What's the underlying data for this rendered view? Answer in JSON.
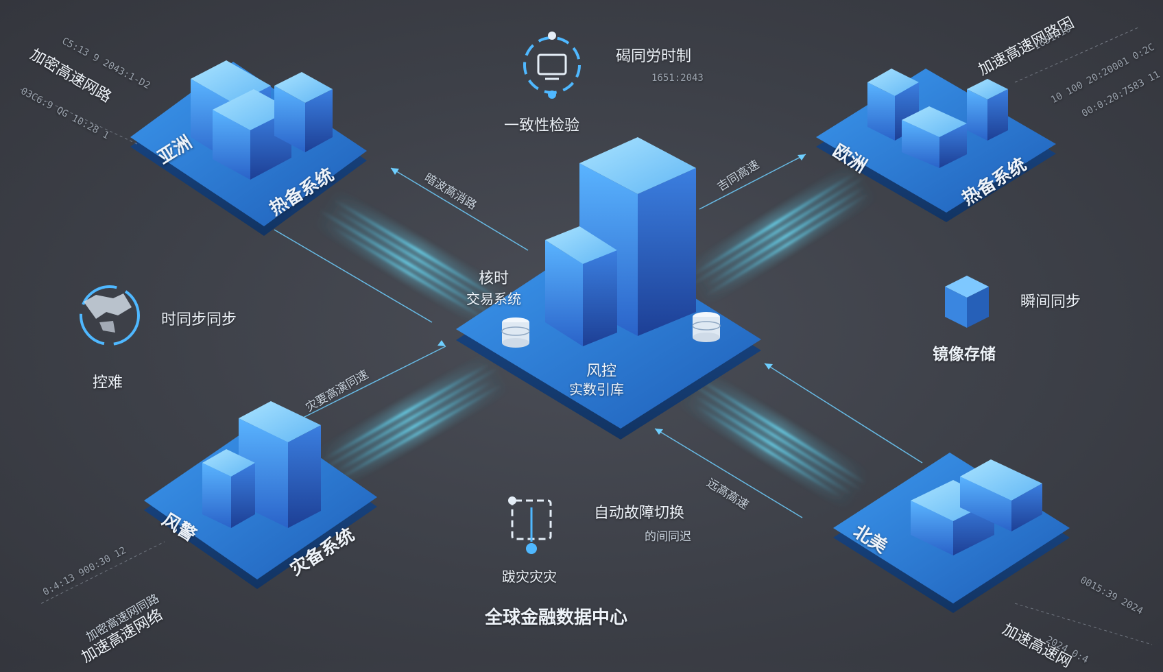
{
  "title": "全球金融数据中心",
  "core": {
    "label_top1": "核时",
    "label_top2": "交易系统",
    "label_bottom1": "风控",
    "label_bottom2": "实数引库"
  },
  "nodes": {
    "asia": {
      "region": "亚洲",
      "system": "热备系统"
    },
    "europe": {
      "region": "欧洲",
      "system": "热备系统"
    },
    "disaster": {
      "region": "风警",
      "system": "灾备系统"
    },
    "north_america": {
      "region": "北美"
    }
  },
  "features": {
    "consistency": {
      "label": "一致性检验",
      "note": "碣同労时制",
      "stamp": "1651:2043"
    },
    "time_sync": {
      "label": "控难",
      "note": "时同步同步"
    },
    "mirror": {
      "label": "镜像存储",
      "note": "瞬间同步"
    },
    "failover": {
      "label": "自动故障切换",
      "note": "的间同迟",
      "caption": "跋灾灾灾"
    }
  },
  "link_labels": {
    "tl": "暗波高消路",
    "tr": "吉同高速",
    "bl": "灾要高演同速",
    "br": "远高高速"
  },
  "corner_labels": {
    "tl_title": "加密高速网路",
    "tl_ts1": "C5:13 9 2043:1-D2",
    "tl_ts2": "03C6:9  QG  10:28 1",
    "tr_title": "加速高速网路因",
    "tr_ts1": "1651:10",
    "tr_ts2": "10 100  20:20001 0:2C",
    "tr_ts3": "00:0:20:7583 11",
    "bl_title": "加速高速网络",
    "bl_sub": "加密高速网同路",
    "bl_ts": "0:4:13 900:30 12",
    "br_title": "加速高速网",
    "br_ts1": "0015:39 2024",
    "br_ts2": "2024  0:4"
  },
  "colors": {
    "background": "#3d4048",
    "platform": "#2f7fd6",
    "building": "#3a8ee8",
    "glow": "#4fd8ff"
  }
}
